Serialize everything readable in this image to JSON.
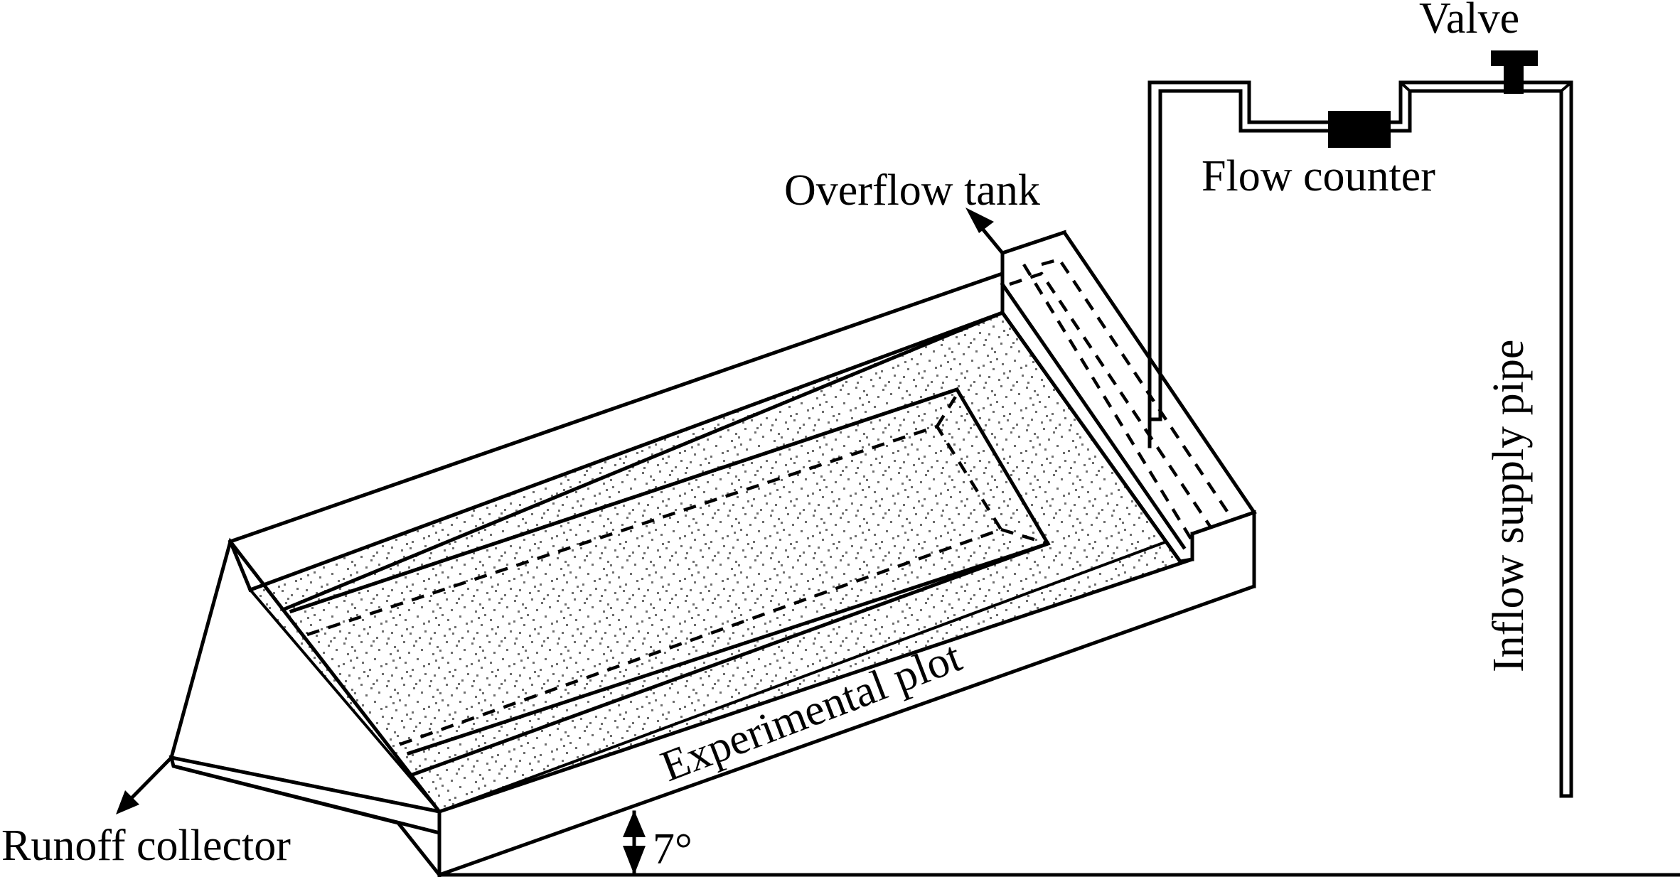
{
  "figure": {
    "type": "schematic",
    "subject": "Experimental rainfall/inflow runoff plot setup"
  },
  "labels": {
    "valve": "Valve",
    "flow_counter": "Flow counter",
    "overflow_tank": "Overflow tank",
    "inflow_supply_pipe": "Inflow supply pipe",
    "experimental_plot": "Experimental plot",
    "runoff_collector": "Runoff collector",
    "slope_angle": "7°"
  },
  "parameters": {
    "slope_degrees": 7
  },
  "colors": {
    "line": "#000000",
    "soil_dots": "#6e6e6e",
    "background": "#ffffff"
  }
}
